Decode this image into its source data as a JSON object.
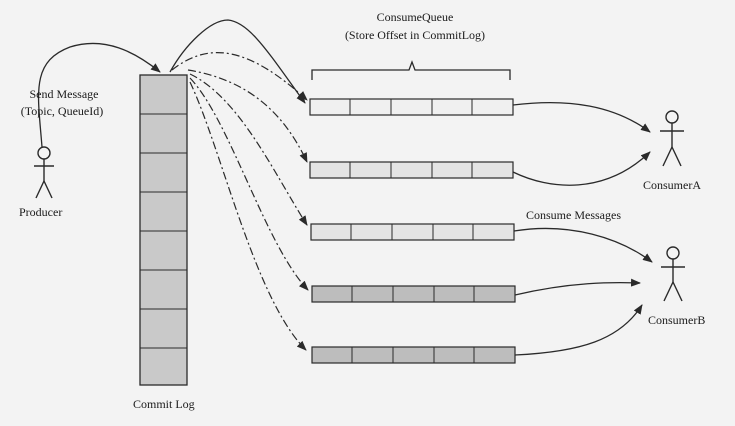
{
  "labels": {
    "consume_queue_title": "ConsumeQueue",
    "consume_queue_sub": "(Store Offset in CommitLog)",
    "send_message": "Send Message",
    "send_message_sub": "(Topic, QueueId)",
    "producer": "Producer",
    "commit_log": "Commit Log",
    "consumer_a": "ConsumerA",
    "consumer_b": "ConsumerB",
    "consume_messages": "Consume Messages"
  },
  "colors": {
    "commit_log_fill": "#c9c9c9",
    "queue_light_fill": "#e9e9e9",
    "queue_dark_fill": "#bdbdbd",
    "stroke": "#2a2a2a"
  }
}
